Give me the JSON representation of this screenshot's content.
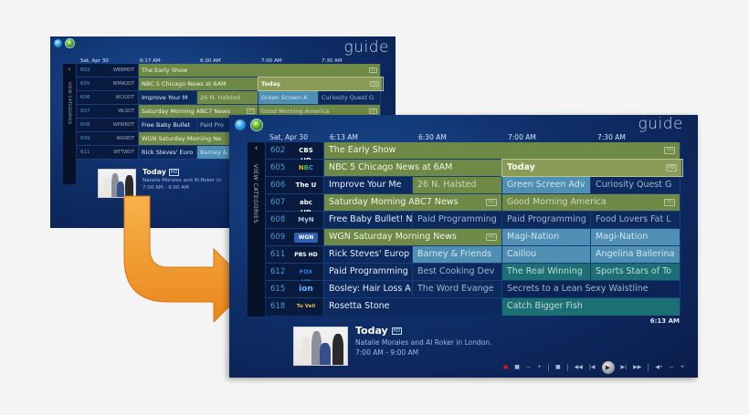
{
  "background_window": {
    "title": "guide",
    "date": "Sat, Apr 30",
    "times": [
      "6:17 AM",
      "6:30 AM",
      "7:00 AM",
      "7:30 AM"
    ],
    "view_categories": "VIEW CATEGORIES",
    "rows": [
      {
        "num": "602",
        "name": "WBBMDT",
        "programs": [
          "The Early Show"
        ]
      },
      {
        "num": "605",
        "name": "WMAQDT",
        "programs": [
          "NBC 5 Chicago News at 6AM",
          "Today"
        ]
      },
      {
        "num": "606",
        "name": "WCIUDT",
        "programs": [
          "Improve Your M",
          "26 N. Halsted",
          "Green Screen A",
          "Curiosity Quest G"
        ]
      },
      {
        "num": "607",
        "name": "WLSDT",
        "programs": [
          "Saturday Morning ABC7 News",
          "Good Morning America"
        ]
      },
      {
        "num": "608",
        "name": "WPWRDT",
        "programs": [
          "Free Baby Bullet",
          "Paid Pro"
        ]
      },
      {
        "num": "609",
        "name": "WGNDT",
        "programs": [
          "WGN Saturday Morning Ne"
        ]
      },
      {
        "num": "611",
        "name": "WTTWDT",
        "programs": [
          "Rick Steves' Euro",
          "Barney &"
        ]
      }
    ],
    "details": {
      "title": "Today",
      "description": "Natalie Morales and Al Roker in",
      "time": "7:00 AM - 9:00 AM"
    }
  },
  "foreground_window": {
    "title": "guide",
    "date": "Sat, Apr 30",
    "times": [
      "6:13 AM",
      "6:30 AM",
      "7:00 AM",
      "7:30 AM"
    ],
    "view_categories": "VIEW CATEGORIES",
    "rows": [
      {
        "num": "602",
        "logo": "CBS HD",
        "programs": [
          "The Early Show"
        ]
      },
      {
        "num": "605",
        "logo": "NBC HD",
        "programs": [
          "NBC 5 Chicago News at 6AM",
          "Today"
        ]
      },
      {
        "num": "606",
        "logo": "The U",
        "programs": [
          "Improve Your Me",
          "26 N. Halsted",
          "Green Screen Adv",
          "Curiosity Quest G"
        ]
      },
      {
        "num": "607",
        "logo": "abc HD",
        "programs": [
          "Saturday Morning ABC7 News",
          "Good Morning America"
        ]
      },
      {
        "num": "608",
        "logo": "MyN",
        "programs": [
          "Free Baby Bullet! N",
          "Paid Programming",
          "Paid Programming",
          "Food Lovers Fat L"
        ]
      },
      {
        "num": "609",
        "logo": "WGN",
        "programs": [
          "WGN Saturday Morning News",
          "Magi-Nation",
          "Magi-Nation"
        ]
      },
      {
        "num": "611",
        "logo": "PBS HD",
        "programs": [
          "Rick Steves' Europ",
          "Barney & Friends",
          "Caillou",
          "Angelina Ballerina"
        ]
      },
      {
        "num": "612",
        "logo": "FOX HD",
        "programs": [
          "Paid Programming",
          "Best Cooking Dev",
          "The Real Winning",
          "Sports Stars of To"
        ]
      },
      {
        "num": "615",
        "logo": "ion",
        "programs": [
          "Bosley: Hair Loss A",
          "The Word Evange",
          "Secrets to a Lean Sexy Waistline"
        ]
      },
      {
        "num": "618",
        "logo": "Tu Veli",
        "programs": [
          "Rosetta Stone",
          "Catch Bigger Fish"
        ]
      }
    ],
    "hd_badge": "HD",
    "clock": "6:13 AM",
    "details": {
      "title": "Today",
      "description": "Natalie Morales and Al Roker in London.",
      "time": "7:00 AM - 9:00 AM"
    },
    "transport": {
      "record": "●",
      "stop": "■",
      "chdown": "−",
      "chup": "+",
      "pause": "⏸",
      "rewind": "◀◀",
      "prev": "|◀",
      "play": "▶",
      "next": "▶|",
      "ffwd": "▶▶",
      "mute": "◀•",
      "voldown": "−",
      "volup": "+"
    }
  },
  "colors": {
    "window_bg": "#0f2f6a",
    "cell_green": "#6f8a47",
    "cell_navy": "#0c2a5e",
    "cell_lightblue": "#4f8fb4",
    "cell_teal": "#1c6f72",
    "arrow_orange": "#f39a2b",
    "page_bg": "#f4f4f4"
  }
}
